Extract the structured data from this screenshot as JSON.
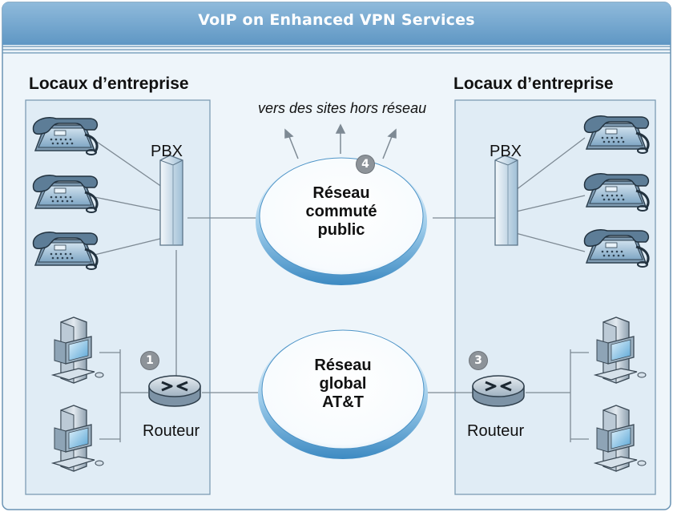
{
  "title": "VoIP on Enhanced VPN Services",
  "sites": {
    "left": {
      "label": "Locaux d’entreprise",
      "pbx": "PBX",
      "router": "Routeur",
      "badge": "1"
    },
    "right": {
      "label": "Locaux d’entreprise",
      "pbx": "PBX",
      "router": "Routeur",
      "badge": "3"
    }
  },
  "networks": {
    "pstn": {
      "lines": [
        "Réseau",
        "commuté",
        "public"
      ],
      "badge": "4"
    },
    "att": {
      "lines": [
        "Réseau",
        "global",
        "AT&T"
      ]
    }
  },
  "offnet_note": "vers des sites hors réseau",
  "icons": {
    "phone": "desk-phone-icon",
    "pbx": "pbx-tower-icon",
    "router": "router-icon",
    "computer": "desktop-computer-icon"
  },
  "colors": {
    "title_bar": "#6ea3cb",
    "frame_background": "#eef5fa",
    "site_panel": "#e0ecf5",
    "network_ring": "#5fa6d6",
    "badge": "#8d9399"
  }
}
